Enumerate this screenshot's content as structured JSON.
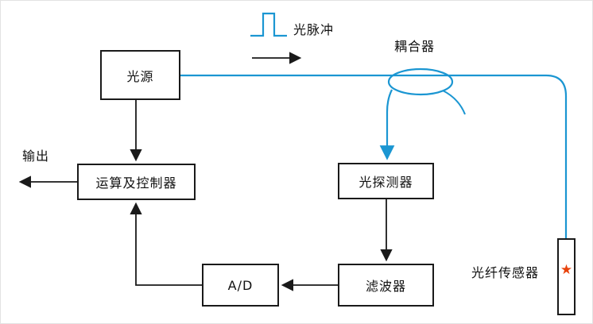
{
  "diagram": {
    "type": "block-diagram",
    "blocks": {
      "light_source": {
        "label": "光源"
      },
      "controller": {
        "label": "运算及控制器"
      },
      "photodetector": {
        "label": "光探测器"
      },
      "filter": {
        "label": "滤波器"
      },
      "adc": {
        "label": "A/D"
      }
    },
    "labels": {
      "coupler": "耦合器",
      "light_pulse": "光脉冲",
      "output": "输出",
      "fiber_sensor": "光纤传感器"
    },
    "icons": {
      "sensor_star": "★",
      "pulse_shape": "rectangular-pulse"
    },
    "colors": {
      "fiber_blue": "#1b96d2",
      "line_black": "#1a1a1a",
      "star_red": "#e8430c",
      "background": "#ffffff"
    },
    "connections": [
      {
        "from": "光源",
        "to": "耦合器",
        "style": "fiber-blue",
        "arrow": false
      },
      {
        "from": "耦合器",
        "to": "光纤传感器",
        "style": "fiber-blue",
        "arrow": false
      },
      {
        "from": "耦合器",
        "to": "光探测器",
        "style": "fiber-blue",
        "arrow": true
      },
      {
        "from": "光探测器",
        "to": "滤波器",
        "style": "electrical-black",
        "arrow": true
      },
      {
        "from": "滤波器",
        "to": "A/D",
        "style": "electrical-black",
        "arrow": true
      },
      {
        "from": "A/D",
        "to": "运算及控制器",
        "style": "electrical-black",
        "arrow": true
      },
      {
        "from": "光源",
        "to": "运算及控制器",
        "style": "electrical-black",
        "arrow": true
      },
      {
        "from": "运算及控制器",
        "to": "输出",
        "style": "electrical-black",
        "arrow": true
      }
    ]
  }
}
